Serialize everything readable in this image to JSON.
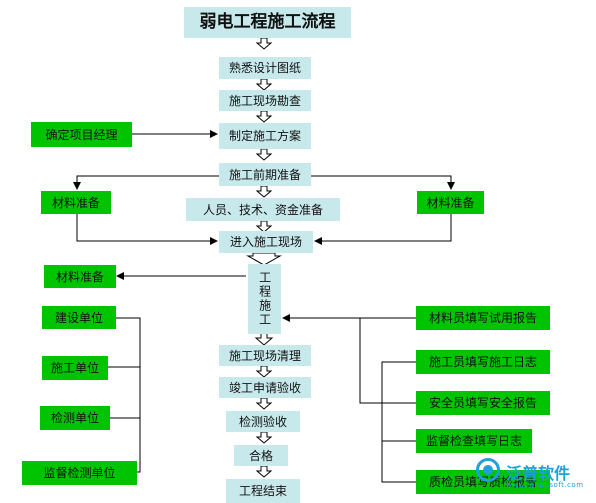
{
  "title": "弱电工程施工流程",
  "main_steps": {
    "s1": "熟悉设计图纸",
    "s2": "施工现场勘查",
    "s3": "制定施工方案",
    "s4": "施工前期准备",
    "s5": "人员、技术、资金准备",
    "s6": "进入施工现场",
    "s7": "工程施工",
    "s8": "施工现场清理",
    "s9": "竣工申请验收",
    "s10": "检测验收",
    "s11": "合格",
    "s12": "工程结束"
  },
  "side_steps": {
    "manager": "确定项目经理",
    "material_left": "材料准备",
    "material_right": "材料准备",
    "material_mid": "材料准备"
  },
  "parties": [
    "建设单位",
    "施工单位",
    "检测单位",
    "监督检测单位"
  ],
  "reports": [
    "材料员填写试用报告",
    "施工员填写施工日志",
    "安全员填写安全报告",
    "监督检查填写日志",
    "质检员填写质检报告"
  ],
  "colors": {
    "step_box": "#c8e9ec",
    "side_box": "#00c400",
    "line": "#000000"
  },
  "logo": {
    "name": "泛普软件",
    "url": "www.fanpusoft.com"
  }
}
